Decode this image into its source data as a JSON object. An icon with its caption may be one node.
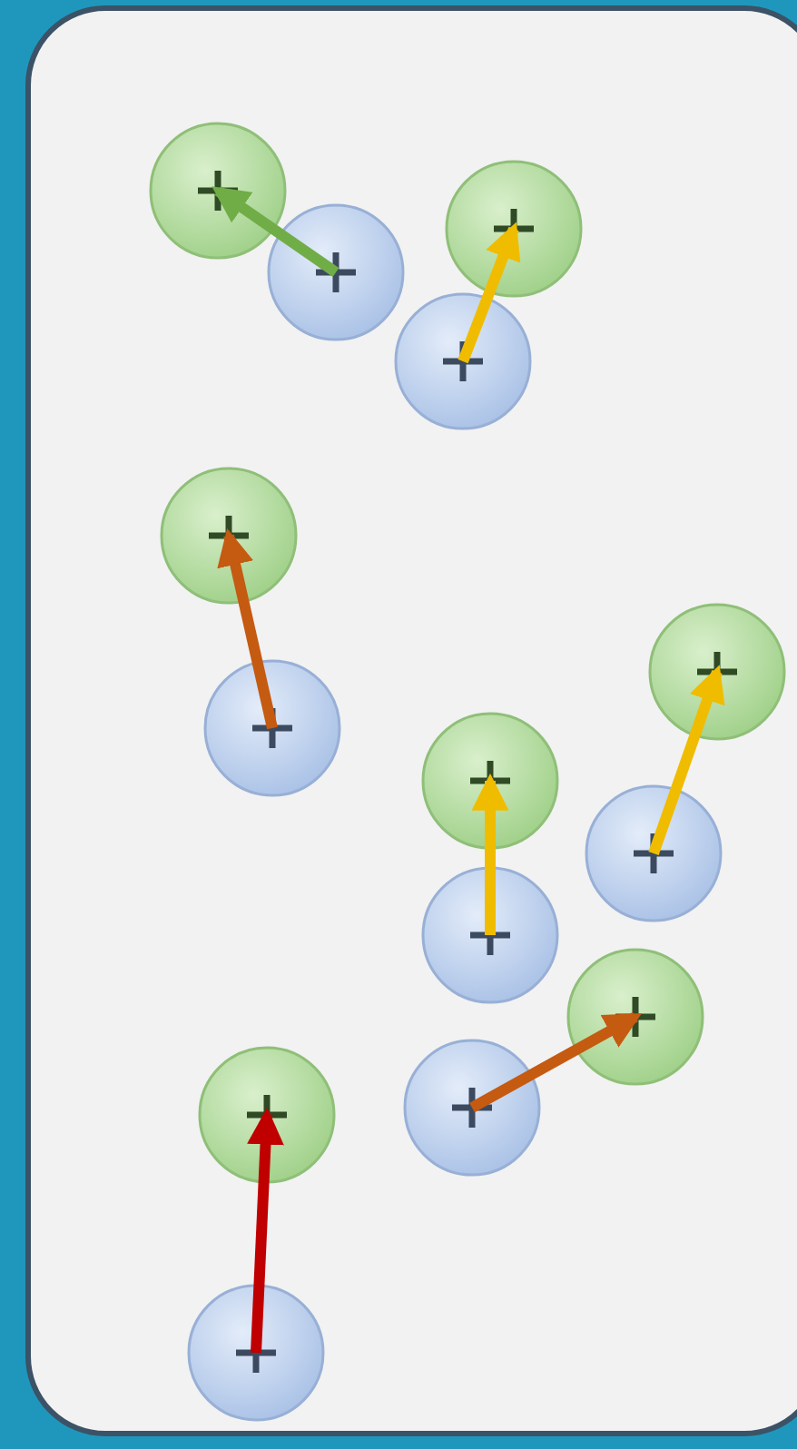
{
  "diagram": {
    "nodes": [
      {
        "text": [],
        "shape": "circle"
      },
      {
        "text": [],
        "shape": "circle"
      },
      {
        "text": [],
        "shape": "circle"
      },
      {
        "text": [],
        "shape": "circle"
      },
      {
        "text": [],
        "shape": "circle"
      },
      {
        "text": [],
        "shape": "circle"
      },
      {
        "text": [],
        "shape": "circle"
      },
      {
        "text": [],
        "shape": "circle"
      },
      {
        "text": [],
        "shape": "circle"
      },
      {
        "text": [],
        "shape": "circle"
      },
      {
        "text": [],
        "shape": "circle"
      },
      {
        "text": [],
        "shape": "circle"
      },
      {
        "text": [],
        "shape": "circle"
      },
      {
        "text": [],
        "shape": "circle"
      }
    ],
    "edges": [
      {
        "from": 2,
        "to": 0,
        "arrow": "to",
        "color": "#70ad47"
      },
      {
        "from": 3,
        "to": 1,
        "arrow": "to",
        "color": "#f0bc00"
      },
      {
        "from": 6,
        "to": 4,
        "arrow": "to",
        "color": "#c55a11"
      },
      {
        "from": 7,
        "to": 5,
        "arrow": "to",
        "color": "#f0bc00"
      },
      {
        "from": 10,
        "to": 8,
        "arrow": "to",
        "color": "#f0bc00"
      },
      {
        "from": 11,
        "to": 9,
        "arrow": "to",
        "color": "#c55a11"
      },
      {
        "from": 13,
        "to": 12,
        "arrow": "to",
        "color": "#c00000"
      }
    ]
  }
}
